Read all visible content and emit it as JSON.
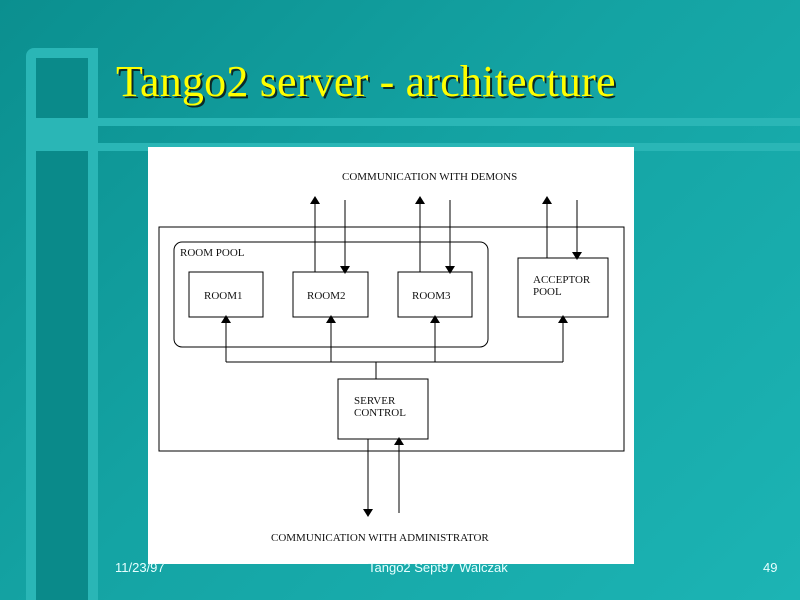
{
  "slide": {
    "title": "Tango2 server - architecture",
    "colors": {
      "background": "#14a3a3",
      "title": "#ffff00",
      "frame": "#2ab6b6"
    }
  },
  "diagram": {
    "top_label": "COMMUNICATION WITH DEMONS",
    "bottom_label": "COMMUNICATION WITH ADMINISTRATOR",
    "room_pool_label": "ROOM POOL",
    "rooms": [
      "ROOM1",
      "ROOM2",
      "ROOM3"
    ],
    "acceptor_pool": [
      "ACCEPTOR",
      "POOL"
    ],
    "server_control": [
      "SERVER",
      "CONTROL"
    ]
  },
  "footer": {
    "date": "11/23/97",
    "center": "Tango2 Sept97 Walczak",
    "page": "49"
  }
}
